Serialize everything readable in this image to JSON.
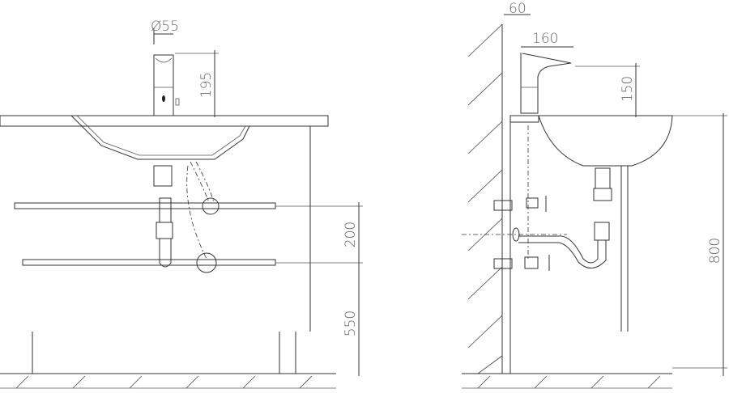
{
  "front_view": {
    "dimensions": {
      "faucet_diameter": "Ø55",
      "faucet_height": "195",
      "pipe_spacing": "200",
      "lower_pipe_height": "550"
    }
  },
  "side_view": {
    "dimensions": {
      "wall_offset": "60",
      "spout_reach": "160",
      "spout_height": "150",
      "counter_height": "800"
    }
  }
}
